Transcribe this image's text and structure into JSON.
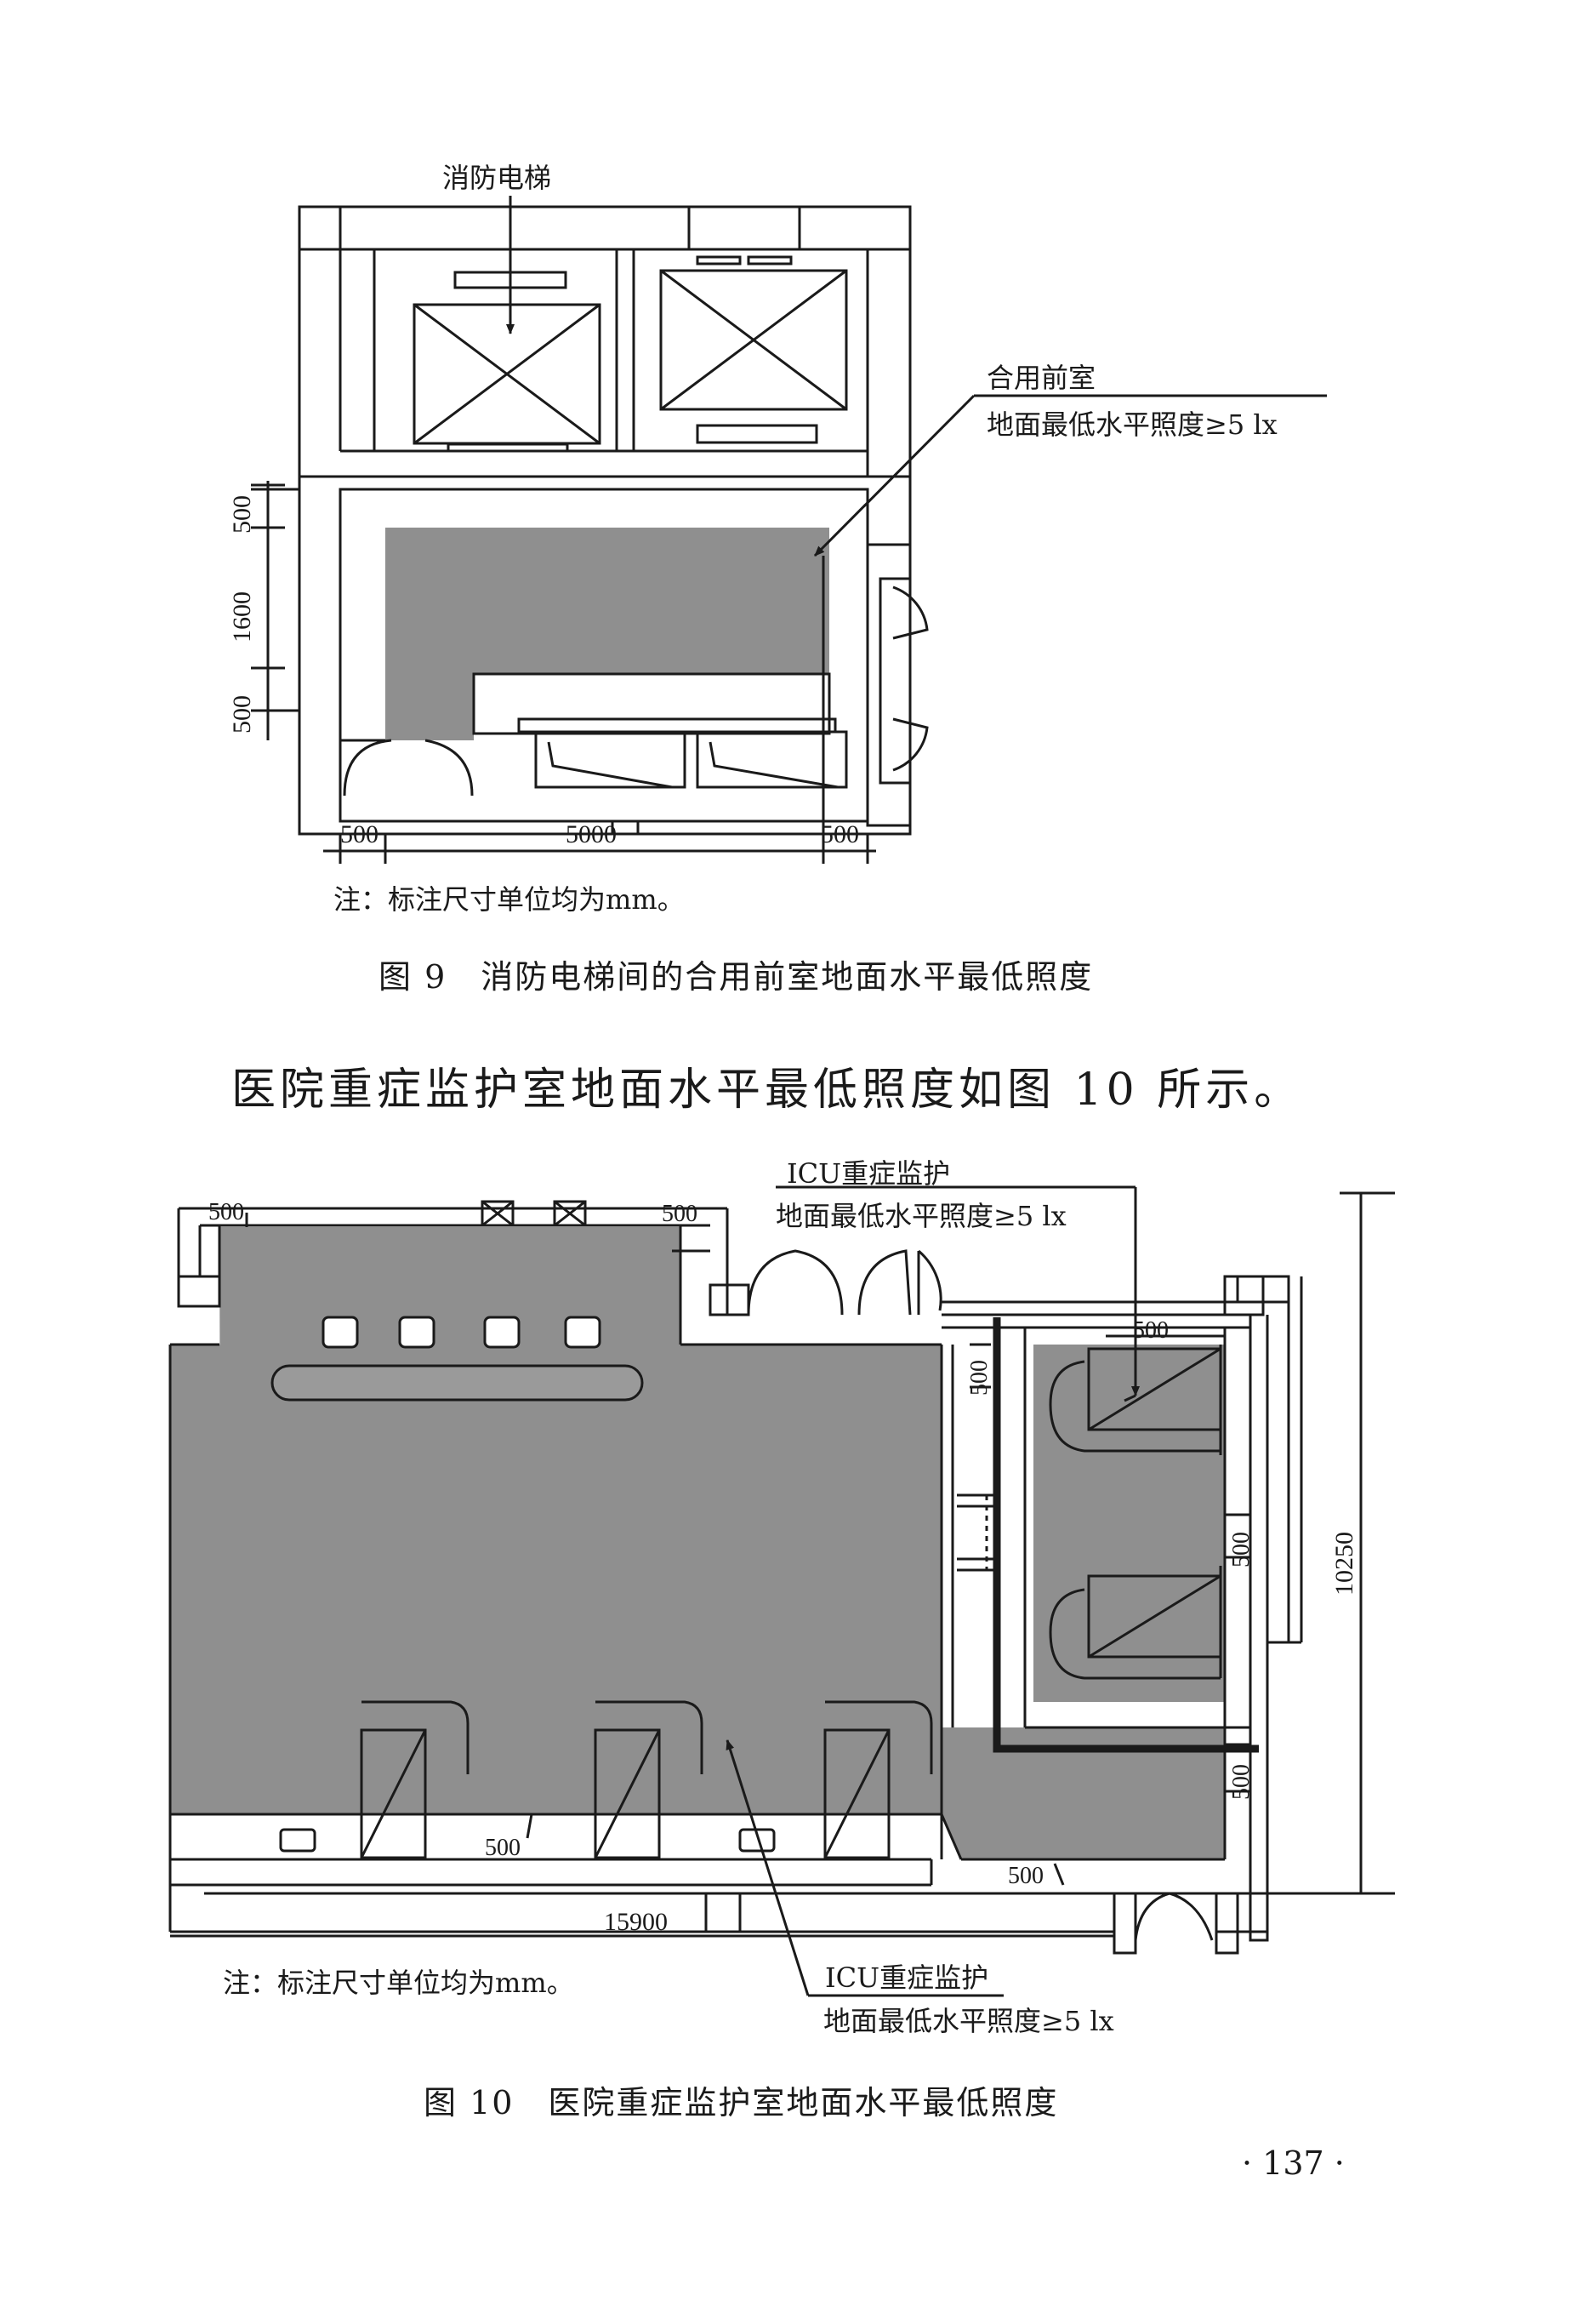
{
  "figure9": {
    "label_elevator": "消防电梯",
    "label_room": "合用前室",
    "label_lux": "地面最低水平照度≥5 lx",
    "dims": {
      "d_500_a": "500",
      "d_1600": "1600",
      "d_500_b": "500",
      "d_500_c": "500",
      "d_5000": "5000",
      "d_500_d": "500"
    },
    "note": "注：标注尺寸单位均为mm。",
    "caption": "图 9　消防电梯间的合用前室地面水平最低照度"
  },
  "body": {
    "paragraph": "医院重症监护室地面水平最低照度如图 10 所示。"
  },
  "figure10": {
    "label_icu_top": "ICU重症监护",
    "label_lux_top": "地面最低水平照度≥5 lx",
    "label_icu_bottom": "ICU重症监护",
    "label_lux_bottom": "地面最低水平照度≥5 lx",
    "dims": {
      "d_500_tl": "500",
      "d_500_tr": "500",
      "d_500_v1": "500",
      "d_500_inner": "500",
      "d_500_v2": "500",
      "d_500_v3": "500",
      "d_500_bottom": "500",
      "d_500_br": "500",
      "d_15900": "15900",
      "d_10250": "10250"
    },
    "note": "注：标注尺寸单位均为mm。",
    "caption": "图 10　医院重症监护室地面水平最低照度"
  },
  "page_number": "· 137 ·",
  "colors": {
    "fill_gray": "#8f8f8f",
    "line": "#1a1a1a",
    "paper": "#ffffff"
  }
}
